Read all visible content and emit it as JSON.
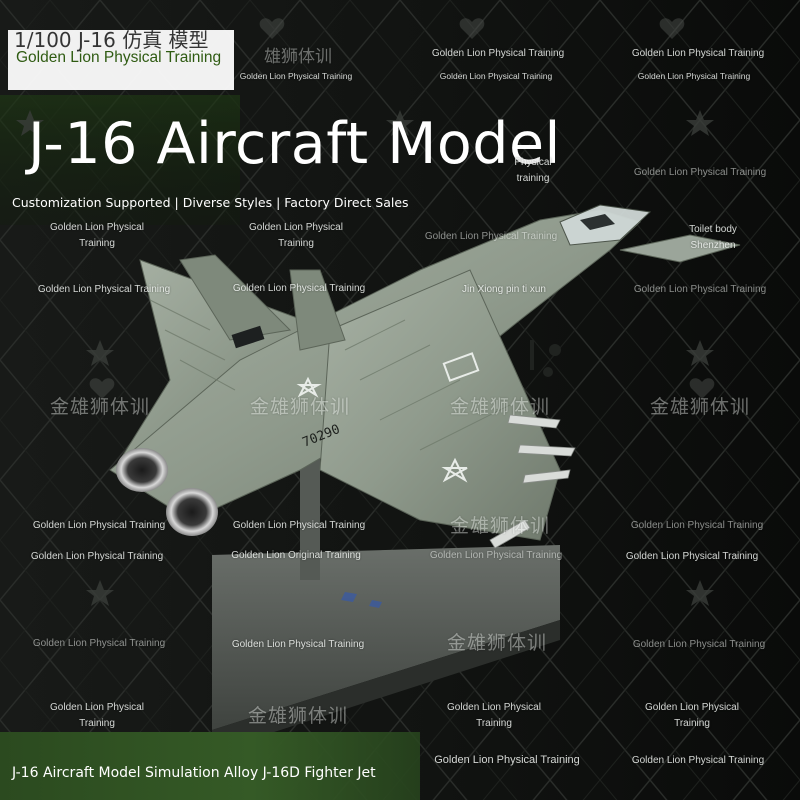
{
  "banner": {
    "cutoff_text": "1/100 J-16 仿真 模型",
    "brand_label": "Golden Lion Physical Training"
  },
  "title": "J-16 Aircraft Model",
  "subtitle": "Customization Supported | Diverse Styles | Factory Direct Sales",
  "caption": "J-16 Aircraft Model Simulation Alloy J-16D Fighter Jet",
  "model_marking": "70290",
  "watermarks": {
    "golden_lion": "Golden Lion Physical Training",
    "golden_lion_original": "Golden Lion Original Training",
    "gl_line1": "Golden Lion Physical",
    "gl_line2": "Training",
    "physical": "Physical",
    "training": "training",
    "toilet_body": "Toilet body",
    "shenzhen": "Shenzhen",
    "jin_xiong": "Jin Xiong pin ti xun",
    "chinese": "金雄狮体训",
    "chinese_partial": "雄狮体训"
  },
  "colors": {
    "background": "#0d0f0d",
    "banner": "#ffffff",
    "brand_green": "#2f5b12",
    "bottom_bar": "#355a26",
    "aircraft_body": "#8f9a8c",
    "stand": "#4a4e4a"
  }
}
